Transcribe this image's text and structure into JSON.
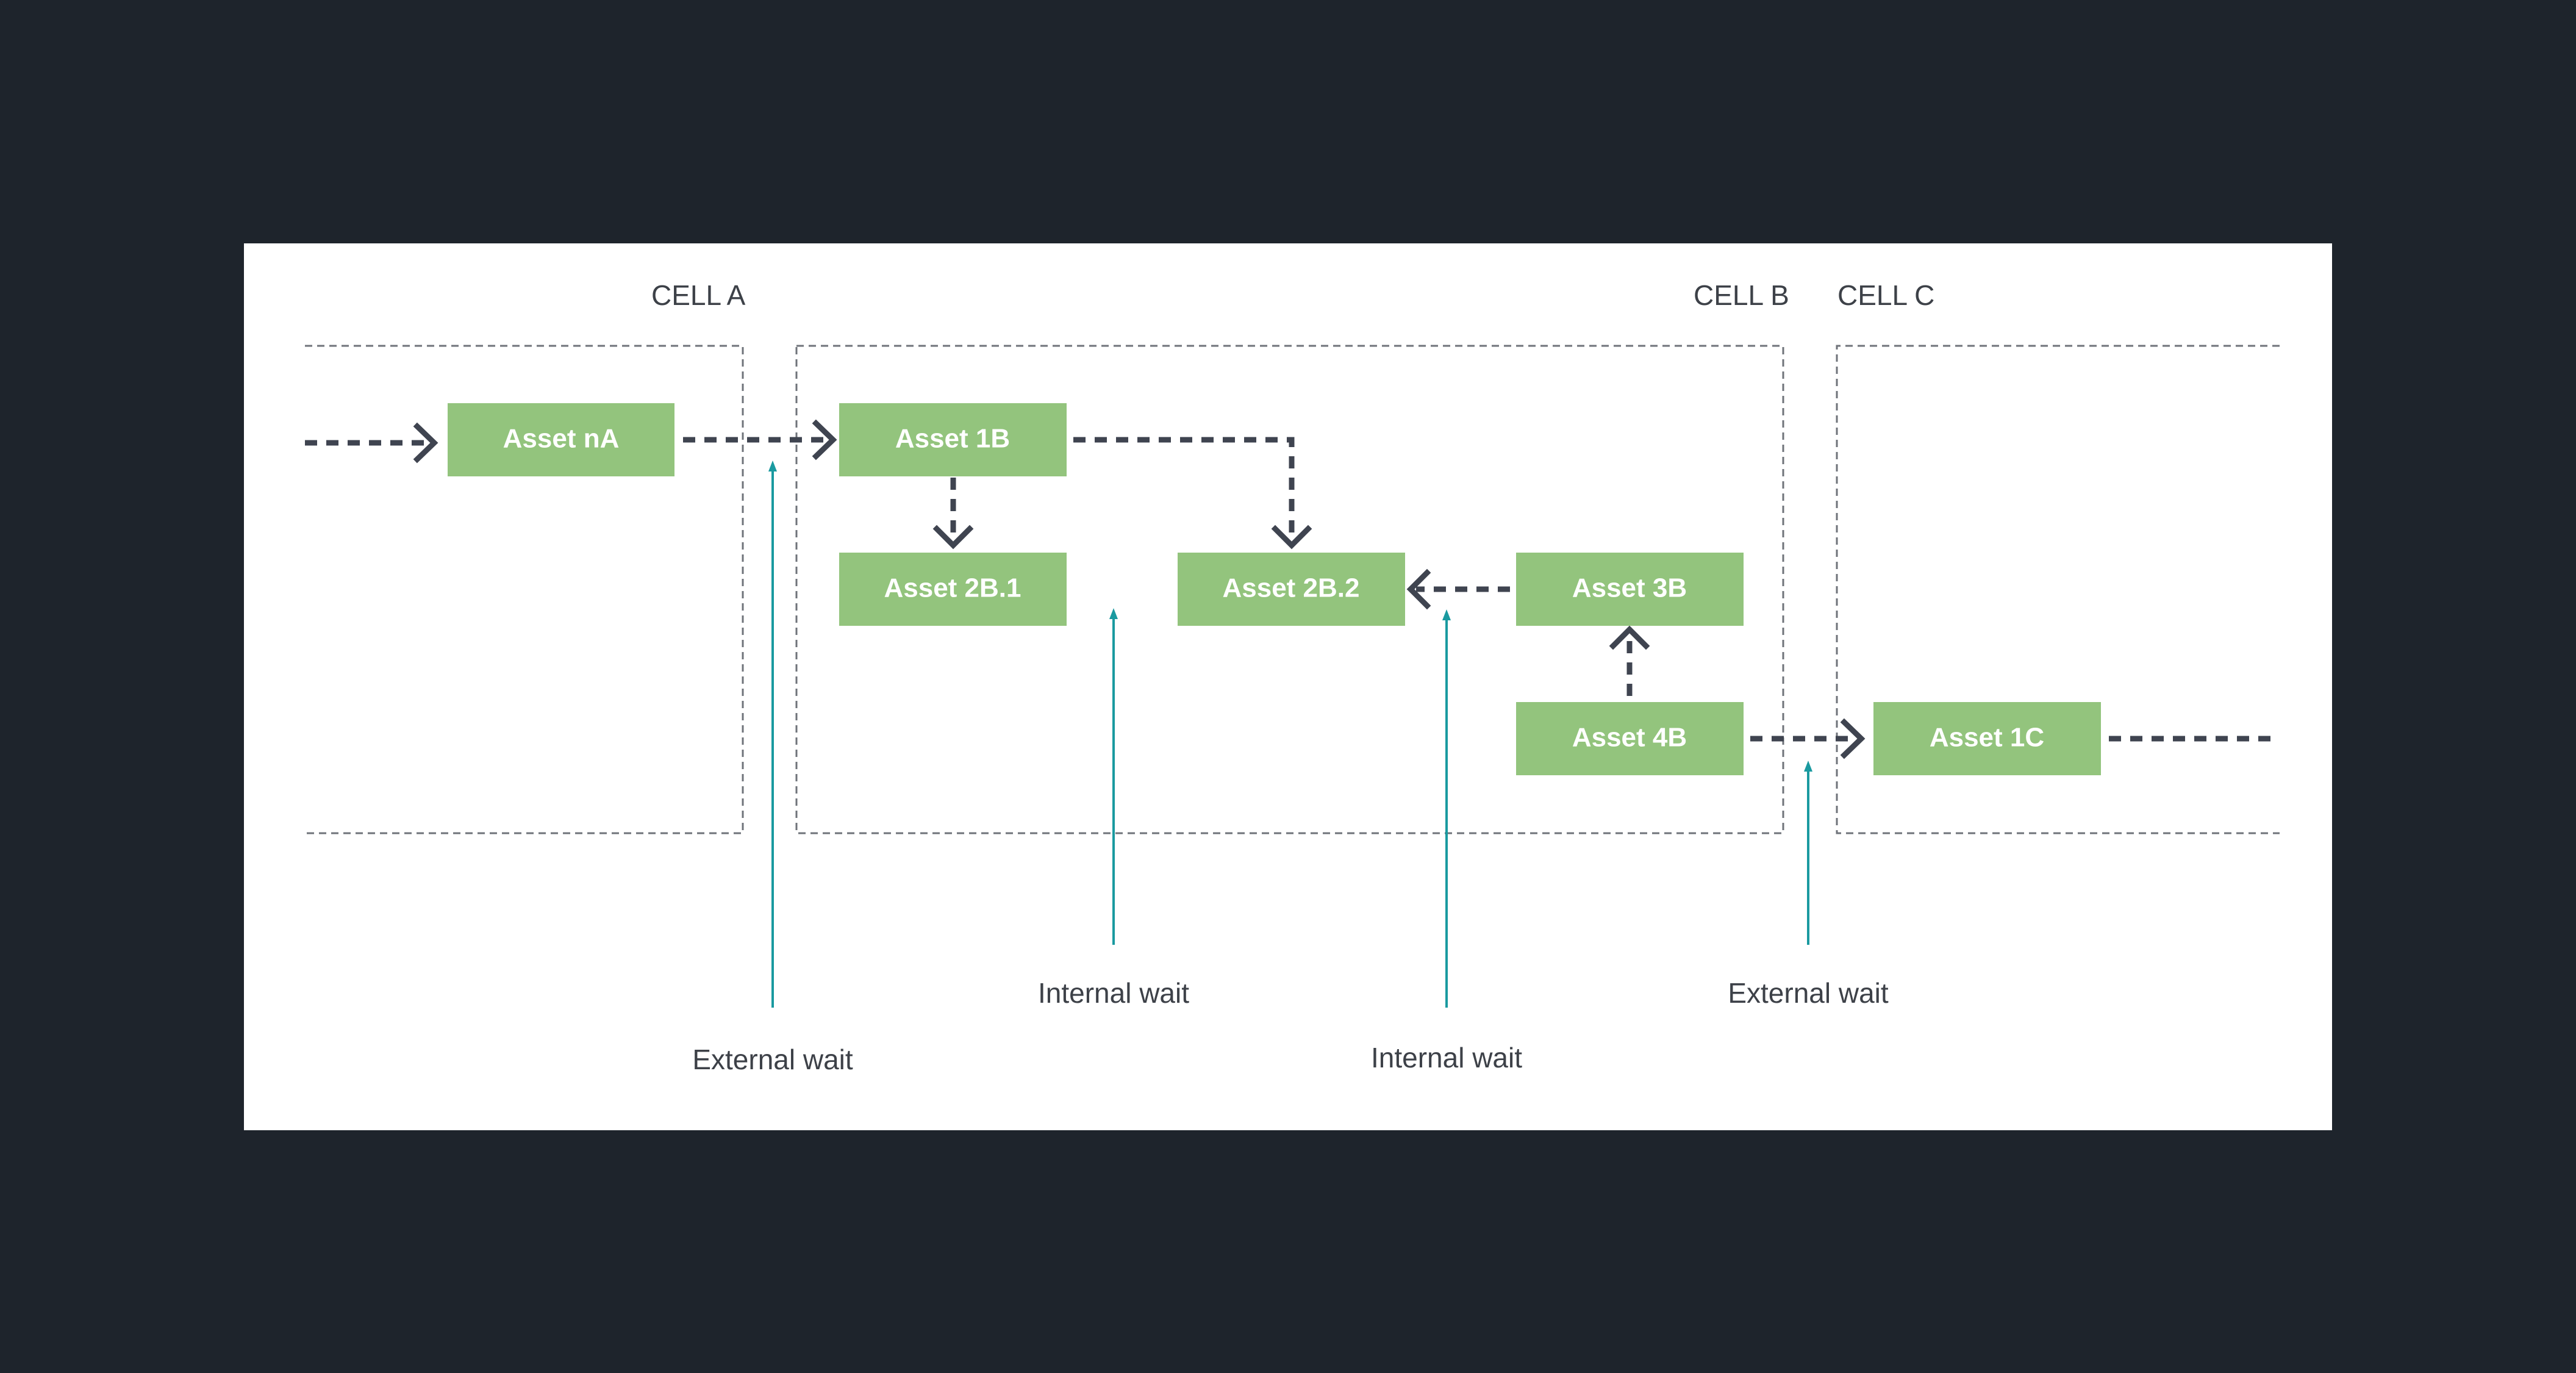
{
  "cells": {
    "a": {
      "label": "CELL A"
    },
    "b": {
      "label": "CELL B"
    },
    "c": {
      "label": "CELL C"
    }
  },
  "assets": {
    "nA": {
      "label": "Asset nA"
    },
    "1B": {
      "label": "Asset 1B"
    },
    "2B1": {
      "label": "Asset 2B.1"
    },
    "2B2": {
      "label": "Asset 2B.2"
    },
    "3B": {
      "label": "Asset 3B"
    },
    "4B": {
      "label": "Asset 4B"
    },
    "1C": {
      "label": "Asset 1C"
    }
  },
  "waits": {
    "external_1": {
      "label": "External wait"
    },
    "internal_1": {
      "label": "Internal wait"
    },
    "internal_2": {
      "label": "Internal wait"
    },
    "external_2": {
      "label": "External wait"
    }
  },
  "colors": {
    "background": "#1e242c",
    "canvas": "#ffffff",
    "asset_fill": "#93c47d",
    "flow_arrow": "#3f4450",
    "wait_arrow": "#1a9aa0",
    "cell_border": "#6f737a"
  }
}
